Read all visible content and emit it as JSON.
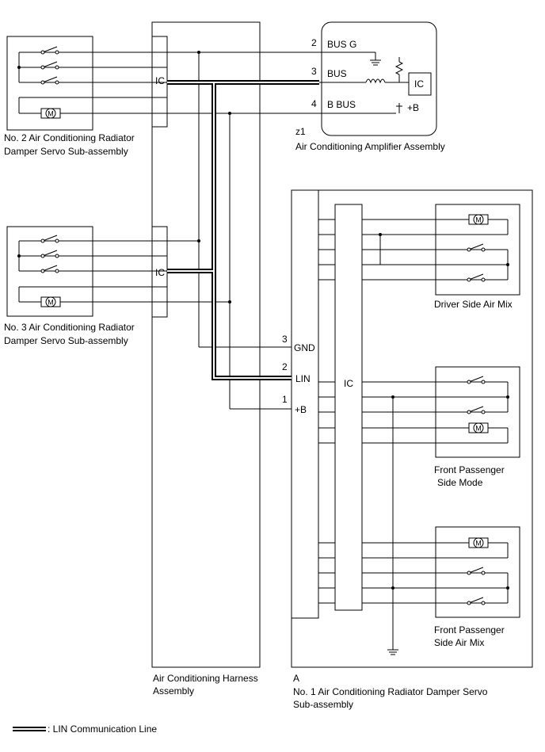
{
  "amplifier": {
    "code": "z1",
    "name": "Air Conditioning Amplifier Assembly",
    "ic_label": "IC",
    "pins": [
      {
        "num": "2",
        "name": "BUS G"
      },
      {
        "num": "3",
        "name": "BUS"
      },
      {
        "num": "4",
        "name": "B BUS"
      }
    ],
    "supply_label": "+B"
  },
  "harness": {
    "name_line1": "Air Conditioning Harness",
    "name_line2": "Assembly"
  },
  "servo_no2": {
    "name_line1": "No. 2 Air Conditioning Radiator",
    "name_line2": "Damper Servo Sub-assembly",
    "ic_label": "IC",
    "motor_label": "M"
  },
  "servo_no3": {
    "name_line1": "No. 3 Air Conditioning Radiator",
    "name_line2": "Damper Servo Sub-assembly",
    "ic_label": "IC",
    "motor_label": "M"
  },
  "servo_no1": {
    "code": "A",
    "name_line1": "No. 1 Air Conditioning Radiator Damper Servo",
    "name_line2": "Sub-assembly",
    "ic_label": "IC",
    "pins": [
      {
        "num": "3",
        "name": "GND"
      },
      {
        "num": "2",
        "name": "LIN"
      },
      {
        "num": "1",
        "name": "+B"
      }
    ],
    "sub_units": [
      {
        "name_line1": "Driver Side Air Mix",
        "name_line2": ""
      },
      {
        "name_line1": "Front Passenger",
        "name_line2": "Side Mode"
      },
      {
        "name_line1": "Front Passenger",
        "name_line2": "Side Air Mix"
      }
    ],
    "motor_label": "M"
  },
  "legend": {
    "label": ": LIN Communication Line"
  }
}
